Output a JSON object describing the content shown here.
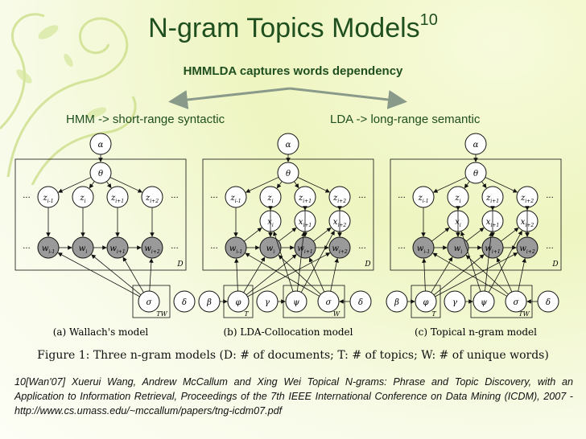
{
  "slide": {
    "title": "N-gram Topics Models",
    "title_superscript": "10",
    "subtitle": "HMMLDA  captures words dependency",
    "left_label": "HMM -> short-range syntactic",
    "right_label": "LDA -> long-range  semantic"
  },
  "figure": {
    "panels": [
      {
        "caption": "(a) Wallach's model",
        "alpha": "α",
        "theta": "θ",
        "topic_nodes": [
          "z_{i-1}",
          "z_i",
          "z_{i+1}",
          "z_{i+2}"
        ],
        "word_nodes": [
          "w_{i-1}",
          "w_i",
          "w_{i+1}",
          "w_{i+2}"
        ],
        "plate_nodes": [
          "σ",
          "δ"
        ],
        "plate_labels": [
          "TW",
          "D"
        ]
      },
      {
        "caption": "(b) LDA-Collocation model",
        "alpha": "α",
        "theta": "θ",
        "topic_nodes": [
          "z_{i-1}",
          "z_i",
          "z_{i+1}",
          "z_{i+2}"
        ],
        "switch_nodes": [
          "x_i",
          "x_{i+1}",
          "x_{i+2}"
        ],
        "word_nodes": [
          "w_{i-1}",
          "w_i",
          "w_{i+1}",
          "w_{i+2}"
        ],
        "plate_nodes": [
          "β",
          "φ",
          "γ",
          "ψ",
          "σ",
          "δ"
        ],
        "plate_labels": [
          "T",
          "W",
          "D"
        ]
      },
      {
        "caption": "(c) Topical n-gram model",
        "alpha": "α",
        "theta": "θ",
        "topic_nodes": [
          "z_{i-1}",
          "z_i",
          "z_{i+1}",
          "z_{i+2}"
        ],
        "switch_nodes": [
          "x_i",
          "x_{i+1}",
          "x_{i+2}"
        ],
        "word_nodes": [
          "w_{i-1}",
          "w_i",
          "w_{i+1}",
          "w_{i+2}"
        ],
        "plate_nodes": [
          "β",
          "φ",
          "γ",
          "ψ",
          "σ",
          "δ"
        ],
        "plate_labels": [
          "T",
          "TW",
          "D"
        ]
      }
    ],
    "caption": "Figure 1: Three n-gram models (D: # of documents; T: # of topics; W: # of unique words)",
    "ellipsis": "···"
  },
  "reference": {
    "text": "10[Wan'07] Xuerui Wang, Andrew McCallum and Xing Wei Topical N-grams: Phrase and Topic Discovery, with an Application to Information Retrieval, Proceedings of the 7th IEEE International Conference on Data Mining (ICDM), 2007 - http://www.cs.umass.edu/~mccallum/papers/tng-icdm07.pdf"
  },
  "colors": {
    "title": "#1f4f1f",
    "background": "#f4f9d6",
    "observed_node": "#9a9a9a"
  }
}
